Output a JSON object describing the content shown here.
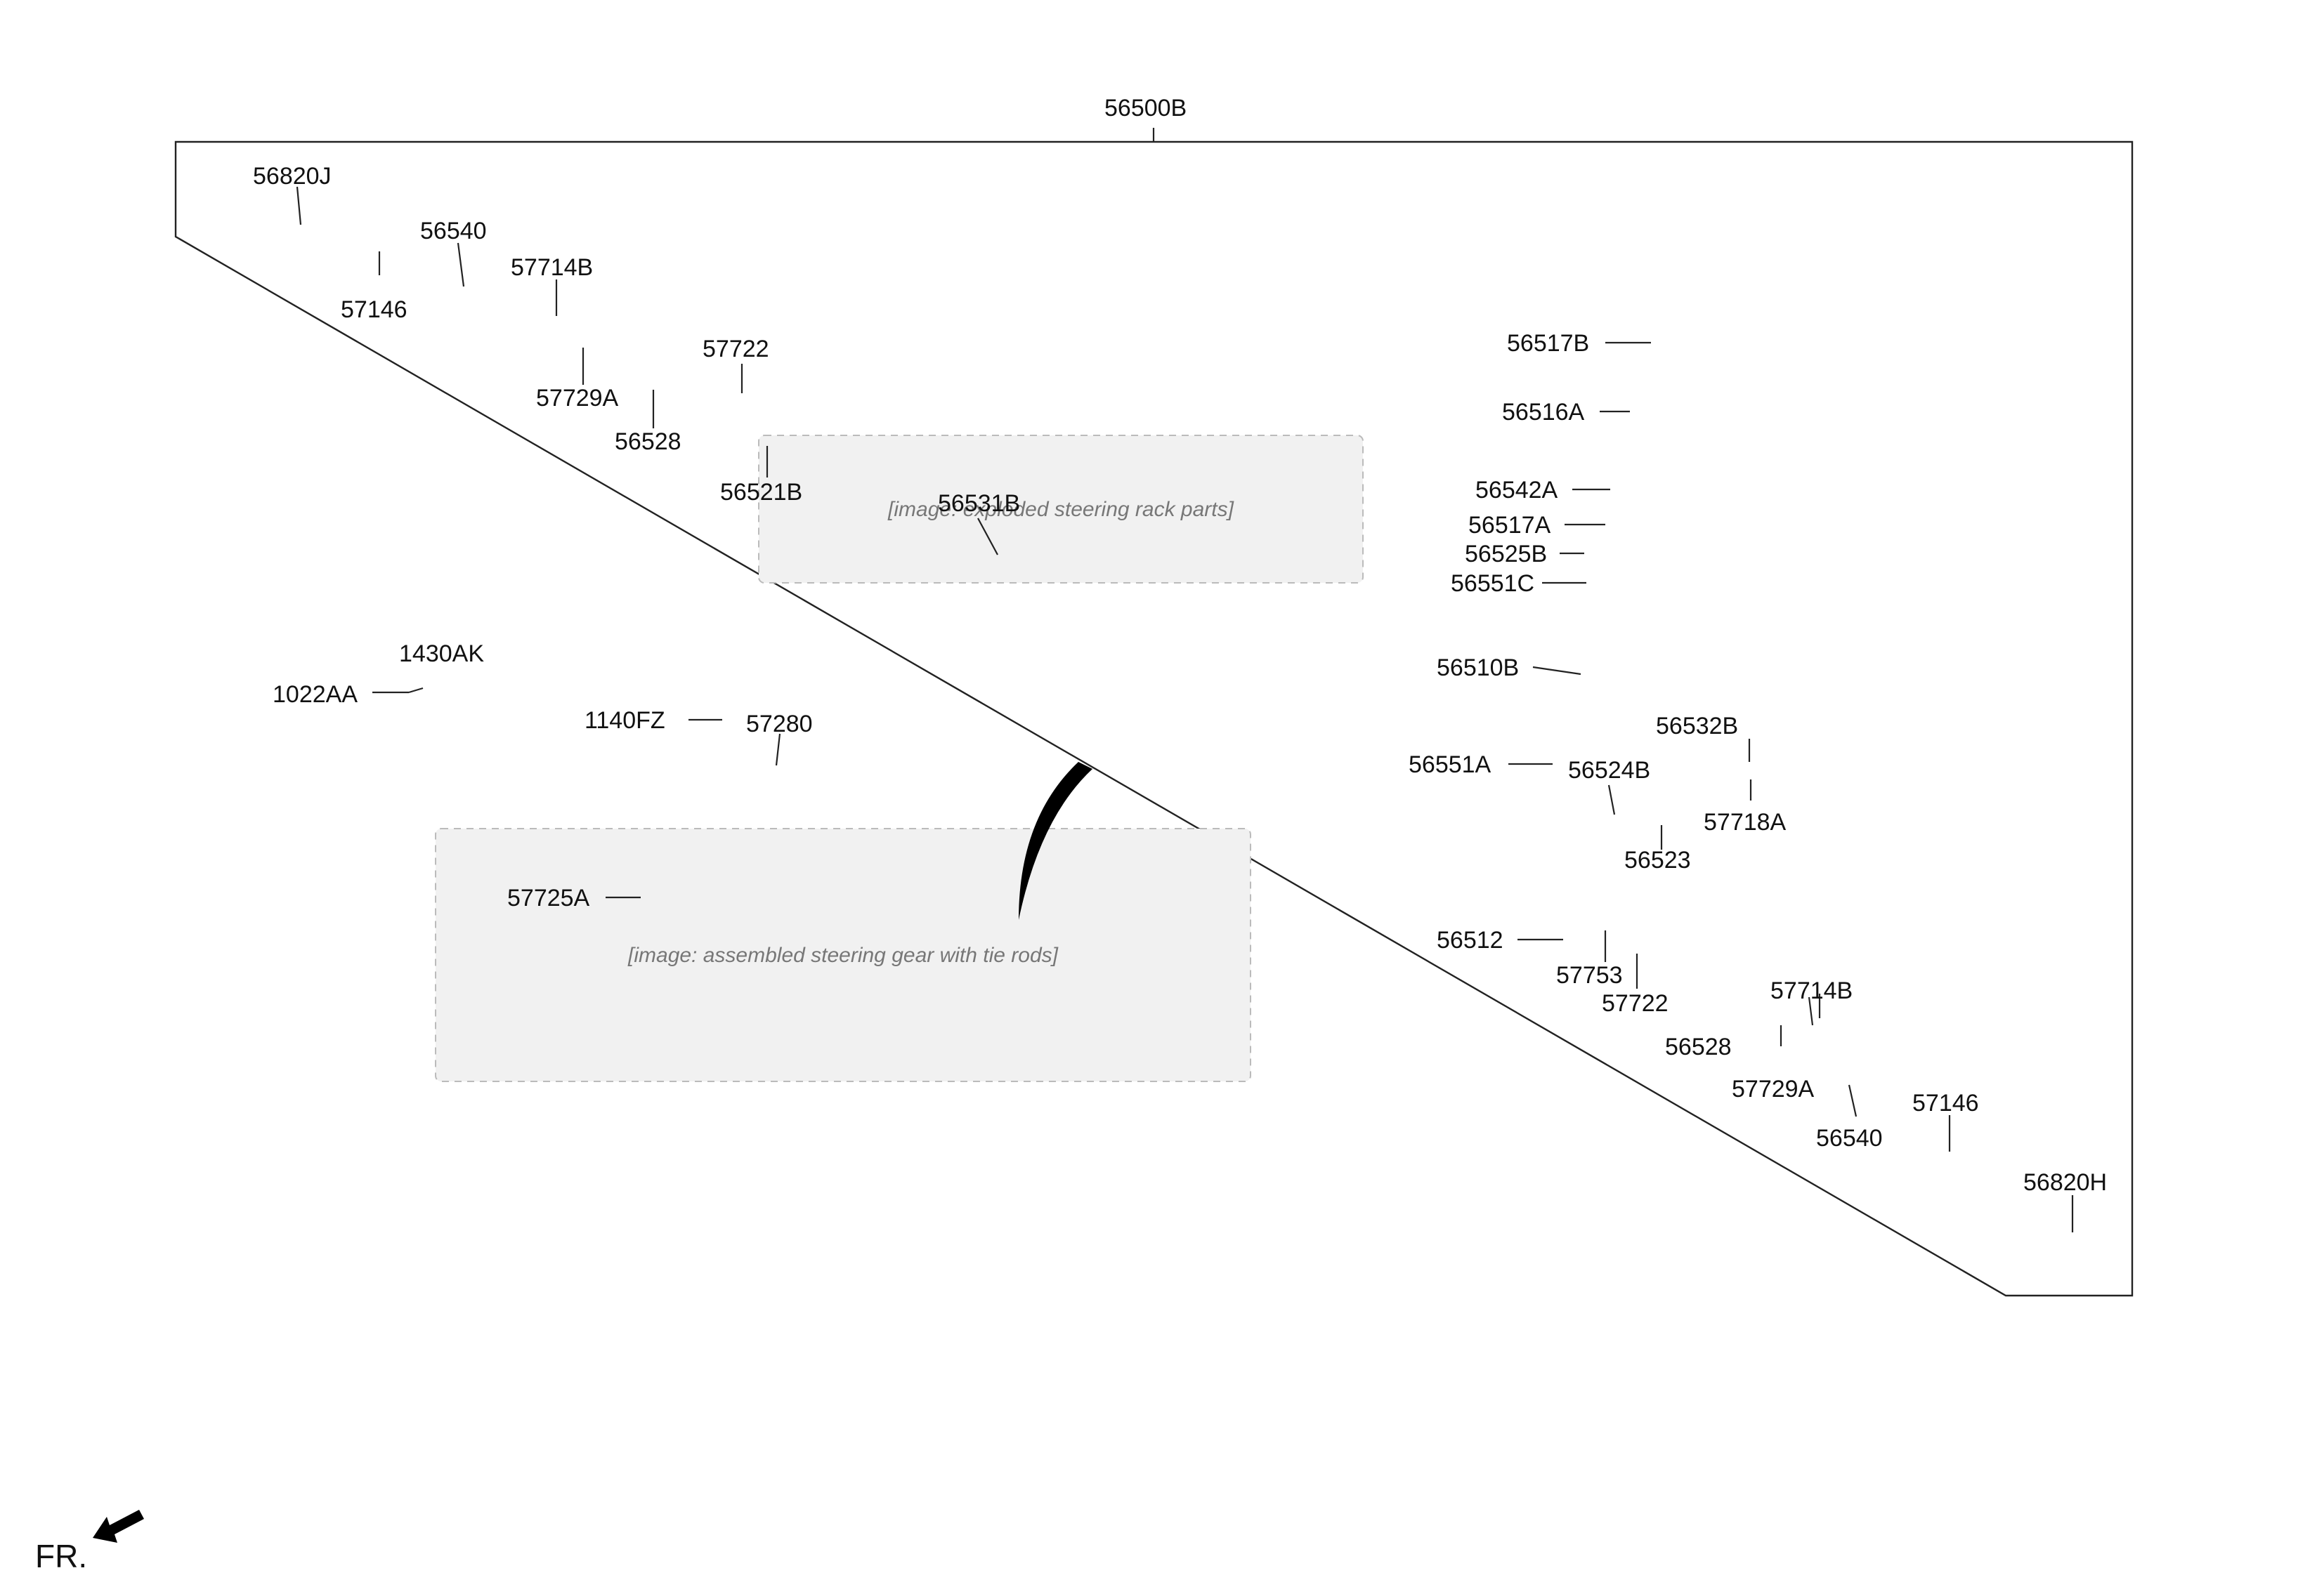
{
  "diagram": {
    "assembly_label": "56500B",
    "orientation_label": "FR.",
    "callouts": [
      {
        "id": "c01",
        "text": "56500B"
      },
      {
        "id": "c02",
        "text": "56820J"
      },
      {
        "id": "c03",
        "text": "56540"
      },
      {
        "id": "c04",
        "text": "57146"
      },
      {
        "id": "c05",
        "text": "57714B"
      },
      {
        "id": "c06",
        "text": "57729A"
      },
      {
        "id": "c07",
        "text": "57722"
      },
      {
        "id": "c08",
        "text": "56528"
      },
      {
        "id": "c09",
        "text": "56521B"
      },
      {
        "id": "c10",
        "text": "56531B"
      },
      {
        "id": "c11",
        "text": "56517B"
      },
      {
        "id": "c12",
        "text": "56516A"
      },
      {
        "id": "c13",
        "text": "56542A"
      },
      {
        "id": "c14",
        "text": "56517A"
      },
      {
        "id": "c15",
        "text": "56525B"
      },
      {
        "id": "c16",
        "text": "56551C"
      },
      {
        "id": "c17",
        "text": "56510B"
      },
      {
        "id": "c18",
        "text": "56532B"
      },
      {
        "id": "c19",
        "text": "56551A"
      },
      {
        "id": "c20",
        "text": "56524B"
      },
      {
        "id": "c21",
        "text": "57718A"
      },
      {
        "id": "c22",
        "text": "56523"
      },
      {
        "id": "c23",
        "text": "56512"
      },
      {
        "id": "c24",
        "text": "57753"
      },
      {
        "id": "c25",
        "text": "57722"
      },
      {
        "id": "c26",
        "text": "57714B"
      },
      {
        "id": "c27",
        "text": "56528"
      },
      {
        "id": "c28",
        "text": "57729A"
      },
      {
        "id": "c29",
        "text": "57146"
      },
      {
        "id": "c30",
        "text": "56540"
      },
      {
        "id": "c31",
        "text": "56820H"
      },
      {
        "id": "c32",
        "text": "1430AK"
      },
      {
        "id": "c33",
        "text": "1022AA"
      },
      {
        "id": "c34",
        "text": "1140FZ"
      },
      {
        "id": "c35",
        "text": "57280"
      },
      {
        "id": "c36",
        "text": "57725A"
      }
    ],
    "placeholders": {
      "exploded_parts": "[image: exploded steering rack parts]",
      "assembled_rack": "[image: assembled steering gear with tie rods]"
    }
  }
}
